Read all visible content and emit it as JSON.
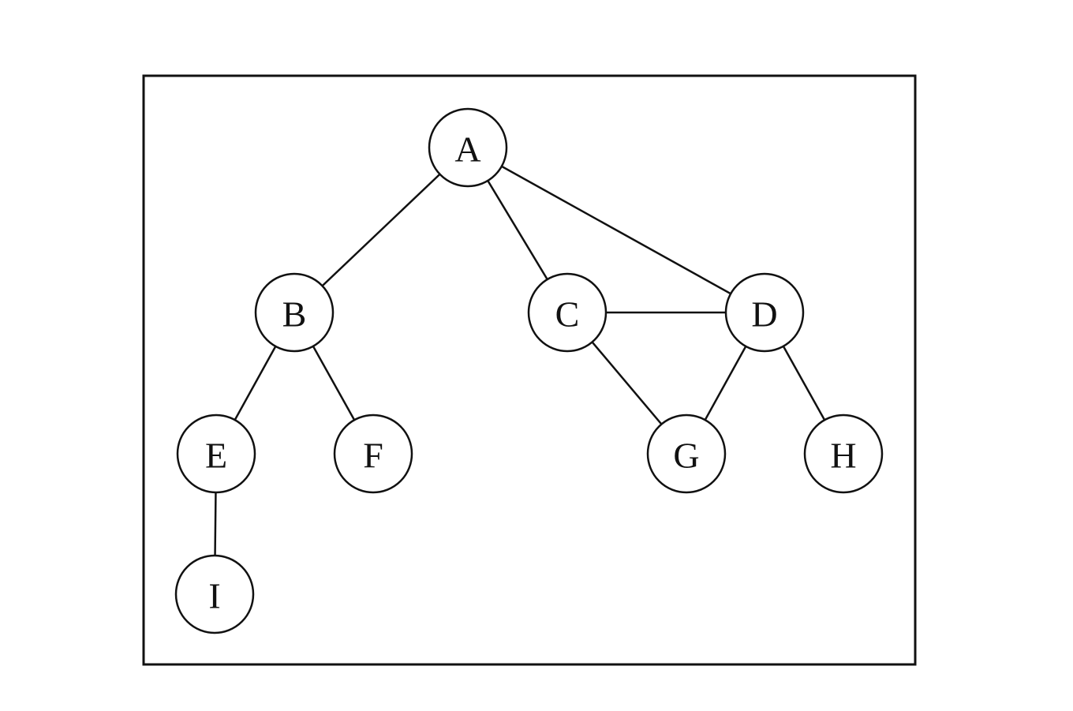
{
  "graph": {
    "nodes": [
      {
        "id": "A",
        "label": "A"
      },
      {
        "id": "B",
        "label": "B"
      },
      {
        "id": "C",
        "label": "C"
      },
      {
        "id": "D",
        "label": "D"
      },
      {
        "id": "E",
        "label": "E"
      },
      {
        "id": "F",
        "label": "F"
      },
      {
        "id": "G",
        "label": "G"
      },
      {
        "id": "H",
        "label": "H"
      },
      {
        "id": "I",
        "label": "I"
      }
    ],
    "edges": [
      {
        "from": "A",
        "to": "B"
      },
      {
        "from": "A",
        "to": "C"
      },
      {
        "from": "A",
        "to": "D"
      },
      {
        "from": "B",
        "to": "E"
      },
      {
        "from": "B",
        "to": "F"
      },
      {
        "from": "C",
        "to": "D"
      },
      {
        "from": "C",
        "to": "G"
      },
      {
        "from": "D",
        "to": "G"
      },
      {
        "from": "D",
        "to": "H"
      },
      {
        "from": "E",
        "to": "I"
      }
    ]
  }
}
